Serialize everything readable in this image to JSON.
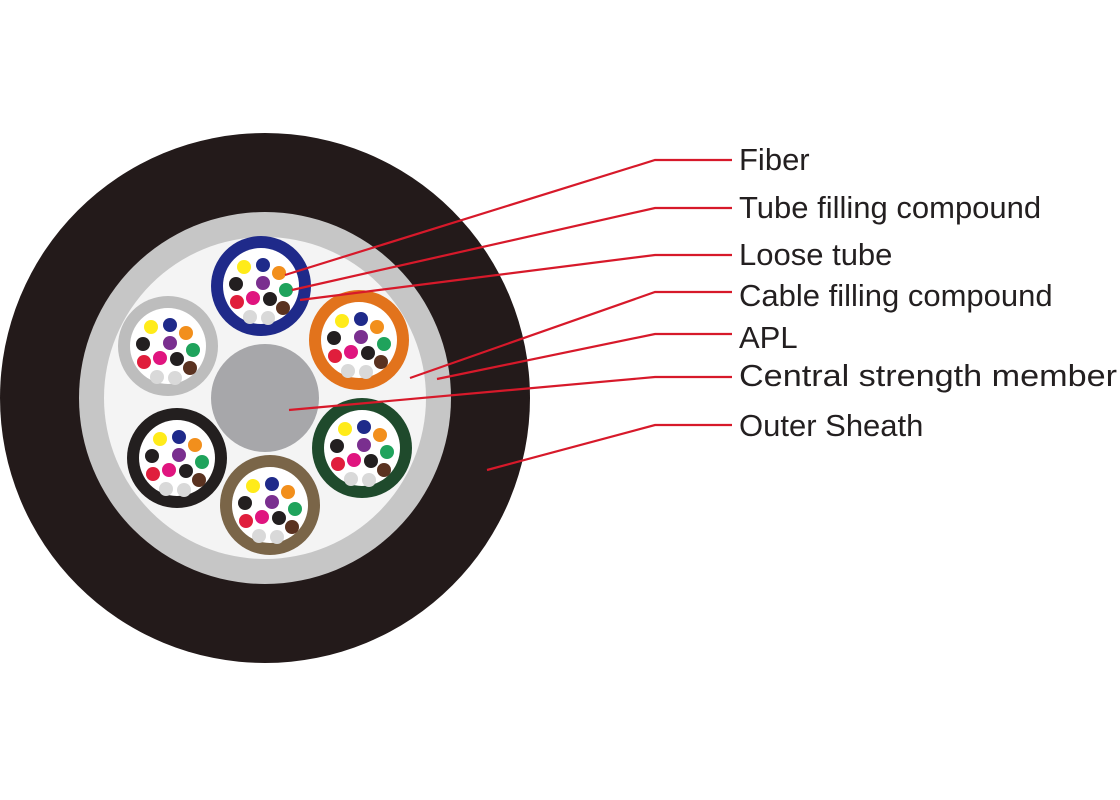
{
  "labels": {
    "fiber": "Fiber",
    "tube_filling_compound": "Tube filling compound",
    "loose_tube": "Loose tube",
    "cable_filling_compound": "Cable filling compound",
    "apl": "APL",
    "central_strength_member": "Central strength member",
    "outer_sheath": "Outer Sheath"
  },
  "colors": {
    "leader_line": "#d7192a",
    "outer_sheath": "#231a1a",
    "apl_layer": "#c6c6c6",
    "cable_filling": "#f4f4f4",
    "central_strength_member": "#a7a7aa",
    "label_text": "#231f20"
  },
  "loose_tube_colors": [
    "blue",
    "orange",
    "dark-green",
    "brown",
    "black",
    "gray"
  ],
  "loose_tube_color_values": [
    "#1f2a8a",
    "#e2731c",
    "#1f4a2c",
    "#7a6548",
    "#231f1f",
    "#bdbdbd"
  ],
  "fiber_colors": [
    "#ffeb1a",
    "#1f2a8a",
    "#f28f1c",
    "#231f20",
    "#7a2f8f",
    "#1fa35c",
    "#e01e3c",
    "#e0157f",
    "#5a3220",
    "#d9d9d9",
    "#d9d9d9"
  ]
}
